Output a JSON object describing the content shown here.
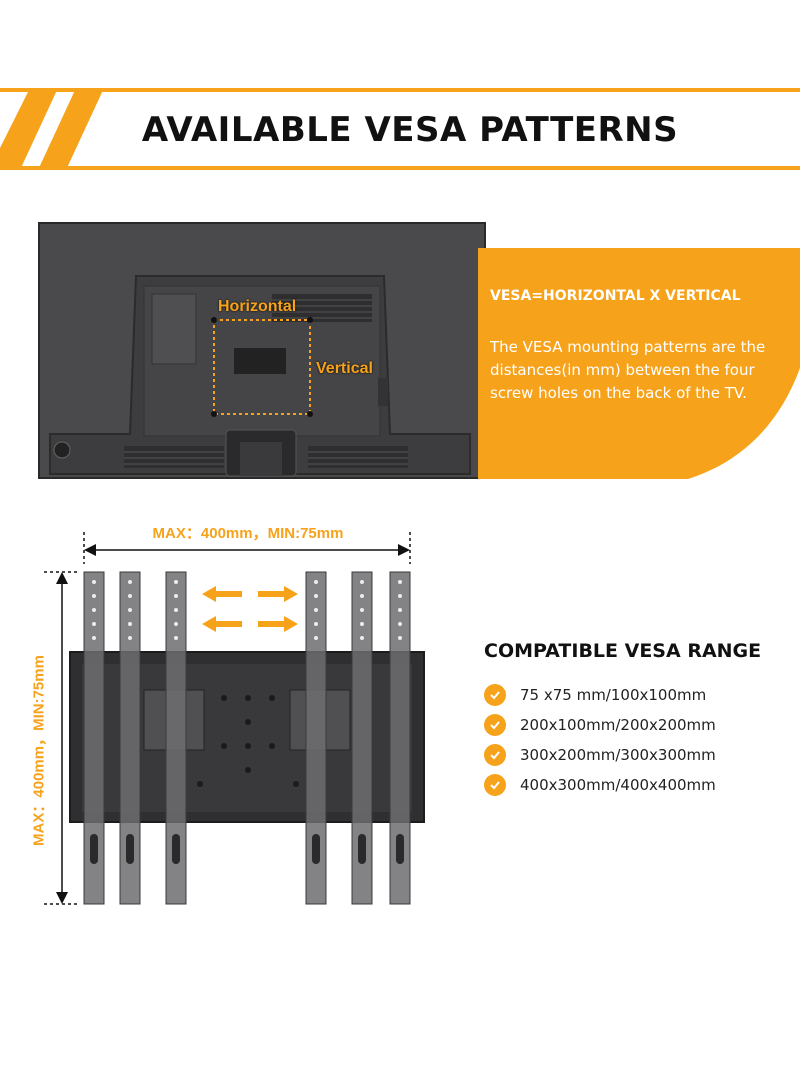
{
  "header": {
    "title": "AVAILABLE VESA PATTERNS"
  },
  "tv": {
    "horizontal_label": "Horizontal",
    "vertical_label": "Vertical"
  },
  "info": {
    "formula": "VESA=HORIZONTAL X VERTICAL",
    "description": "The VESA mounting patterns are the distances(in mm) between the four screw holes on the back of the TV."
  },
  "mount": {
    "horizontal_range": "MAX：400mm，MIN:75mm",
    "vertical_range": "MAX：400mm，MIN:75mm"
  },
  "compatible": {
    "title": "COMPATIBLE VESA RANGE",
    "items": [
      "75 x75 mm/100x100mm",
      "200x100mm/200x200mm",
      "300x200mm/300x300mm",
      "400x300mm/400x400mm"
    ]
  },
  "icons": [
    "check-icon",
    "double-arrow-icon"
  ],
  "colors": {
    "accent": "#f7a21b",
    "panel": "#4a4a4c"
  }
}
